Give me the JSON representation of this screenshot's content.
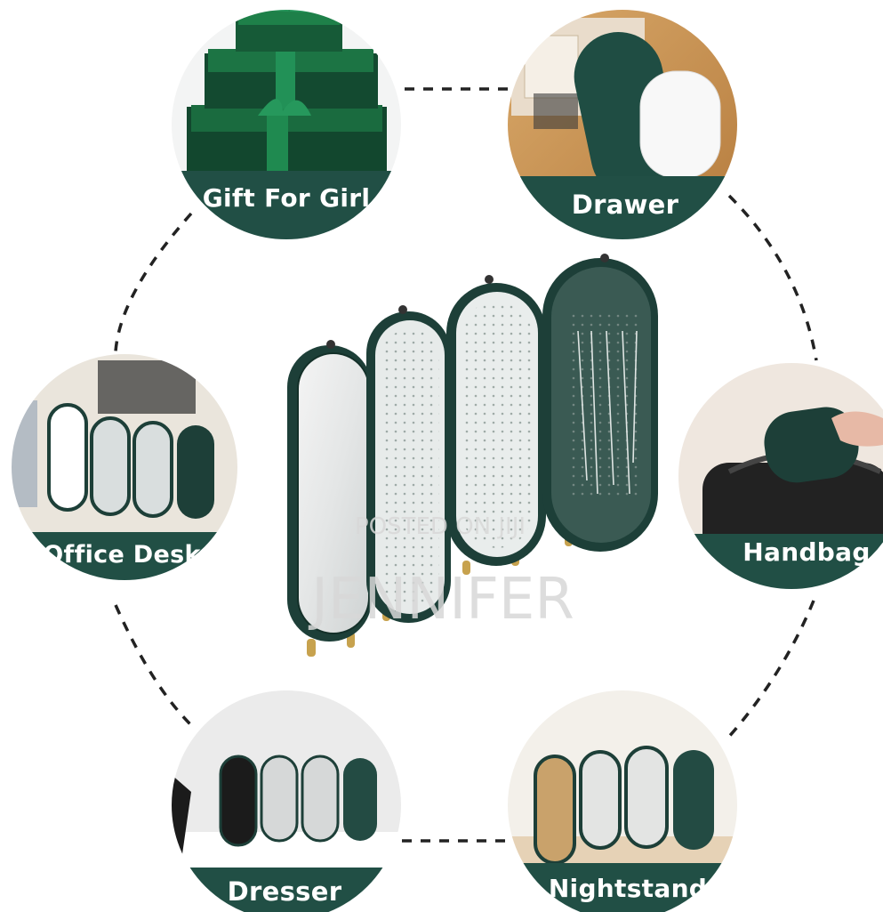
{
  "colors": {
    "band": "#214f45",
    "case_dark": "#1d3f38",
    "case_mid": "#2a5b50",
    "gold": "#c7a24e",
    "gift_green": "#1d7a48",
    "dashed_ring": "#222222"
  },
  "usage_circles": [
    {
      "id": "gift",
      "label": "Gift For Girl"
    },
    {
      "id": "drawer",
      "label": "Drawer"
    },
    {
      "id": "office",
      "label": "Office Desk"
    },
    {
      "id": "handbag",
      "label": "Handbag"
    },
    {
      "id": "dresser",
      "label": "Dresser"
    },
    {
      "id": "nightstand",
      "label": "Nightstand"
    }
  ],
  "watermark": {
    "line1": "POSTED ON JIJI",
    "line2": "JENNIFER"
  }
}
